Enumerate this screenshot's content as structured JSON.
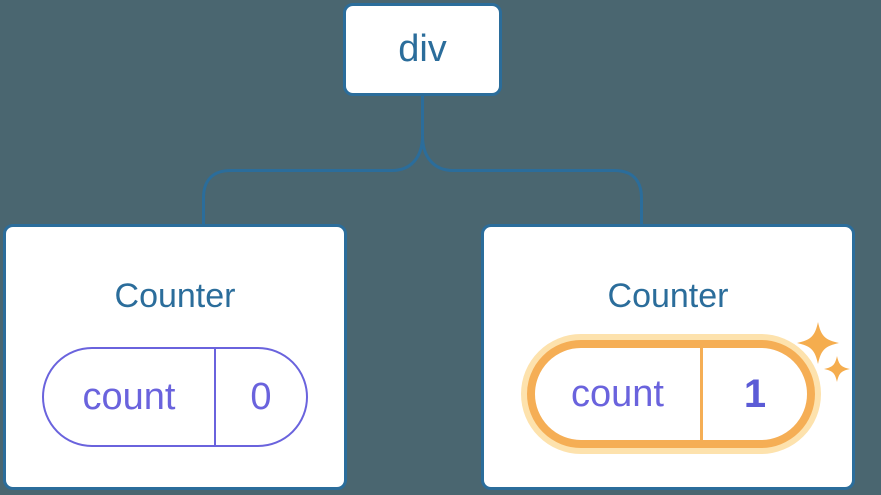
{
  "diagram": {
    "kind": "react-component-tree",
    "root": {
      "label": "div"
    },
    "children": [
      {
        "title": "Counter",
        "state_key": "count",
        "state_value": "0",
        "highlighted": false
      },
      {
        "title": "Counter",
        "state_key": "count",
        "state_value": "1",
        "highlighted": true
      }
    ],
    "icons": {
      "sparkles": "sparkle-state-updated"
    },
    "colors": {
      "background": "#4a6670",
      "node_border_blue": "#2b6d9b",
      "node_text_blue": "#2b6d9b",
      "connector_blue": "#2b6d9b",
      "state_purple": "#6a63dd",
      "state_value_bold_purple": "#5b5bd6",
      "highlight_orange": "#f5ae55",
      "highlight_halo": "#fde2ad",
      "card_background": "#ffffff"
    }
  }
}
